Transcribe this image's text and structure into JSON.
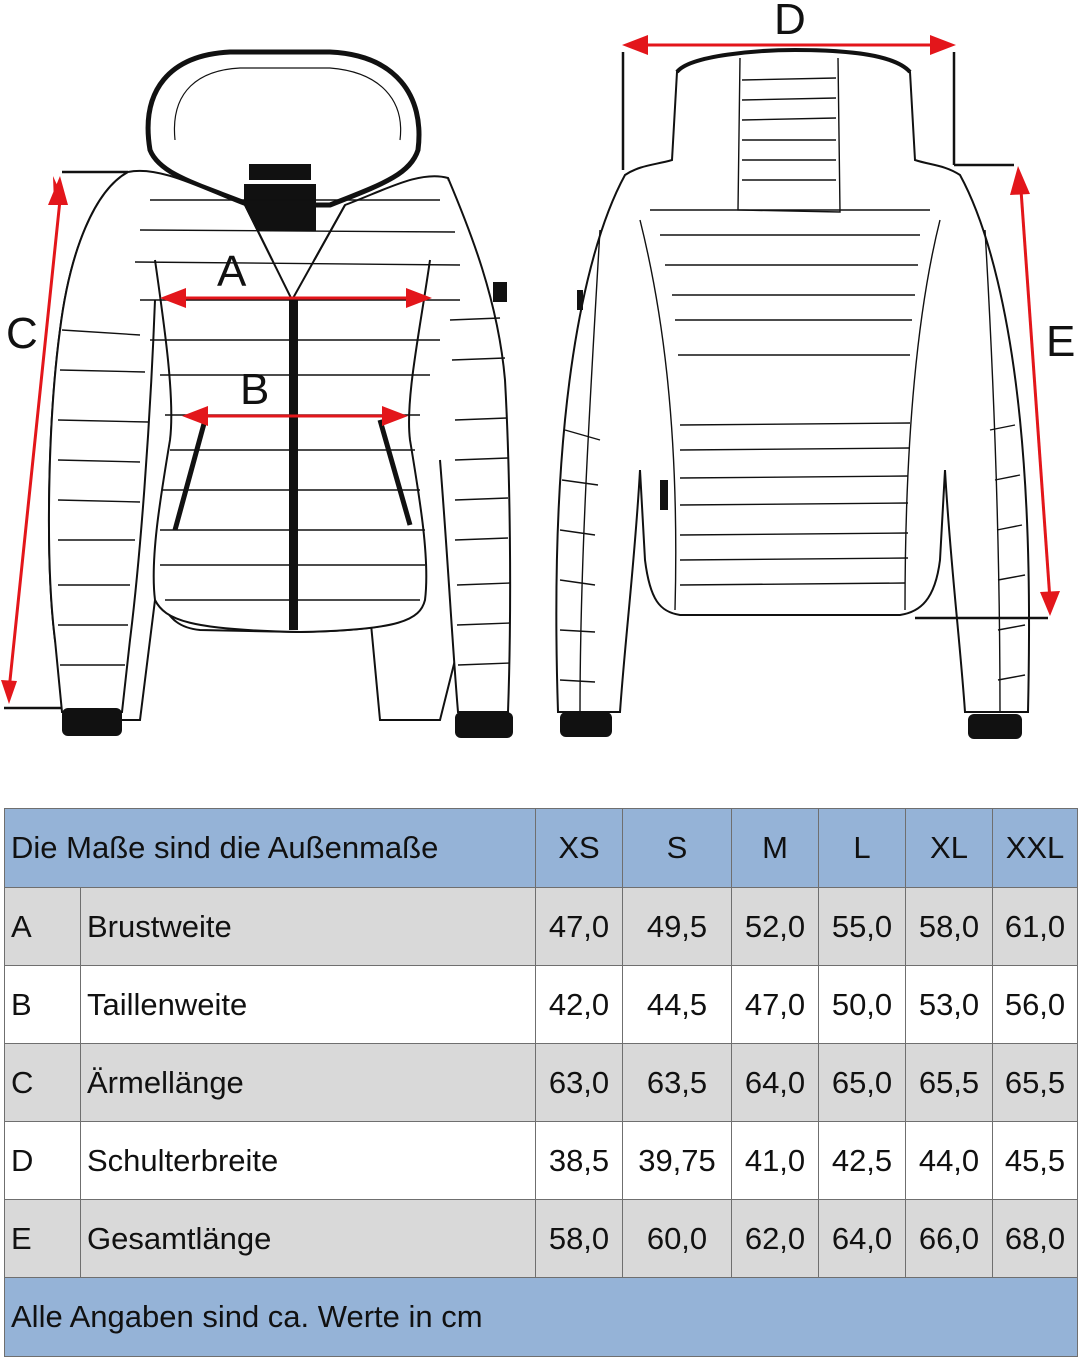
{
  "diagram": {
    "labels": {
      "A": "A",
      "B": "B",
      "C": "C",
      "D": "D",
      "E": "E"
    },
    "arrow_color": "#e3161b",
    "line_color": "#111111",
    "views": [
      "front-view",
      "back-view"
    ]
  },
  "table": {
    "header_title": "Die Maße sind die Außenmaße",
    "sizes": [
      "XS",
      "S",
      "M",
      "L",
      "XL",
      "XXL"
    ],
    "rows": [
      {
        "key": "A",
        "name": "Brustweite",
        "values": [
          "47,0",
          "49,5",
          "52,0",
          "55,0",
          "58,0",
          "61,0"
        ]
      },
      {
        "key": "B",
        "name": "Taillenweite",
        "values": [
          "42,0",
          "44,5",
          "47,0",
          "50,0",
          "53,0",
          "56,0"
        ]
      },
      {
        "key": "C",
        "name": "Ärmellänge",
        "values": [
          "63,0",
          "63,5",
          "64,0",
          "65,0",
          "65,5",
          "65,5"
        ]
      },
      {
        "key": "D",
        "name": "Schulterbreite",
        "values": [
          "38,5",
          "39,75",
          "41,0",
          "42,5",
          "44,0",
          "45,5"
        ]
      },
      {
        "key": "E",
        "name": "Gesamtlänge",
        "values": [
          "58,0",
          "60,0",
          "62,0",
          "64,0",
          "66,0",
          "68,0"
        ]
      }
    ],
    "footer_note": "Alle Angaben sind ca. Werte in cm",
    "colors": {
      "header_bg": "#95b3d7",
      "grey_row": "#d9d9d9",
      "white_row": "#ffffff",
      "border": "#6f6f6f"
    }
  }
}
